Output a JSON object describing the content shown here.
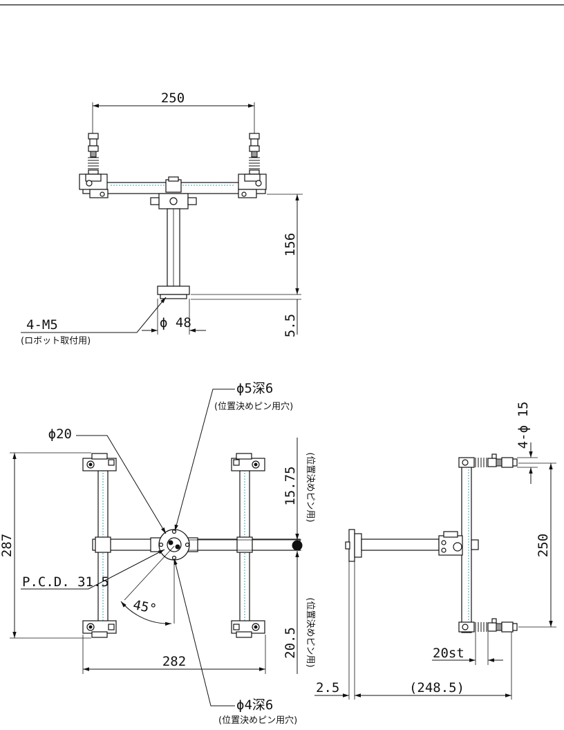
{
  "dimensions": {
    "top_width": "250",
    "top_height": "156",
    "top_flange_dia": "ϕ 48",
    "top_base_thickness": "5.5",
    "front_height": "287",
    "front_width": "282",
    "pin_offset_top": "15.75",
    "pin_offset_bottom": "20.5",
    "angle": "45°",
    "pcd": "P.C.D. 31.5",
    "side_height": "250",
    "side_pad_dia": "4-ϕ 15",
    "side_stroke": "20st",
    "side_plate": "2.5",
    "side_length": "(248.5)"
  },
  "notes": {
    "mount_thread": "4-M5",
    "mount_purpose": "(ロボット取付用)",
    "hub_dia": "ϕ20",
    "pin_hole_5": "ϕ5深6",
    "pin_hole_5_purpose": "(位置決めピン用穴)",
    "pin_hole_4": "ϕ4深6",
    "pin_hole_4_purpose": "(位置決めピン用穴)",
    "pin_use_top": "(位置決めピン用)",
    "pin_use_bottom": "(位置決めピン用)"
  }
}
